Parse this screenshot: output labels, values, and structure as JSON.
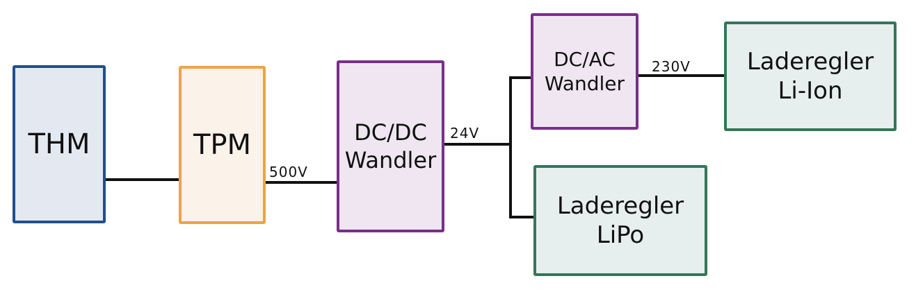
{
  "diagram": {
    "nodes": [
      {
        "id": "thm",
        "lines": [
          "THM"
        ],
        "border": "#234e8f",
        "fill": "#e4e9f1"
      },
      {
        "id": "tpm",
        "lines": [
          "TPM"
        ],
        "border": "#eba445",
        "fill": "#fbf2ea"
      },
      {
        "id": "dcdc",
        "lines": [
          "DC/DC",
          "Wandler"
        ],
        "border": "#7a2e8c",
        "fill": "#efe6f1"
      },
      {
        "id": "dcac",
        "lines": [
          "DC/AC",
          "Wandler"
        ],
        "border": "#7a2e8c",
        "fill": "#efe6f1"
      },
      {
        "id": "lilon",
        "lines": [
          "Laderegler",
          "Li-Ion"
        ],
        "border": "#347659",
        "fill": "#e6efed"
      },
      {
        "id": "lipo",
        "lines": [
          "Laderegler",
          "LiPo"
        ],
        "border": "#347659",
        "fill": "#e6efed"
      }
    ],
    "edges": [
      {
        "from": "thm",
        "to": "tpm",
        "label": ""
      },
      {
        "from": "tpm",
        "to": "dcdc",
        "label": "500V"
      },
      {
        "from": "dcdc",
        "to": "dcac",
        "label": "24V"
      },
      {
        "from": "dcdc",
        "to": "lipo",
        "label": "24V"
      },
      {
        "from": "dcac",
        "to": "lilon",
        "label": "230V"
      }
    ],
    "labels": {
      "v500": "500V",
      "v24": "24V",
      "v230": "230V"
    }
  }
}
